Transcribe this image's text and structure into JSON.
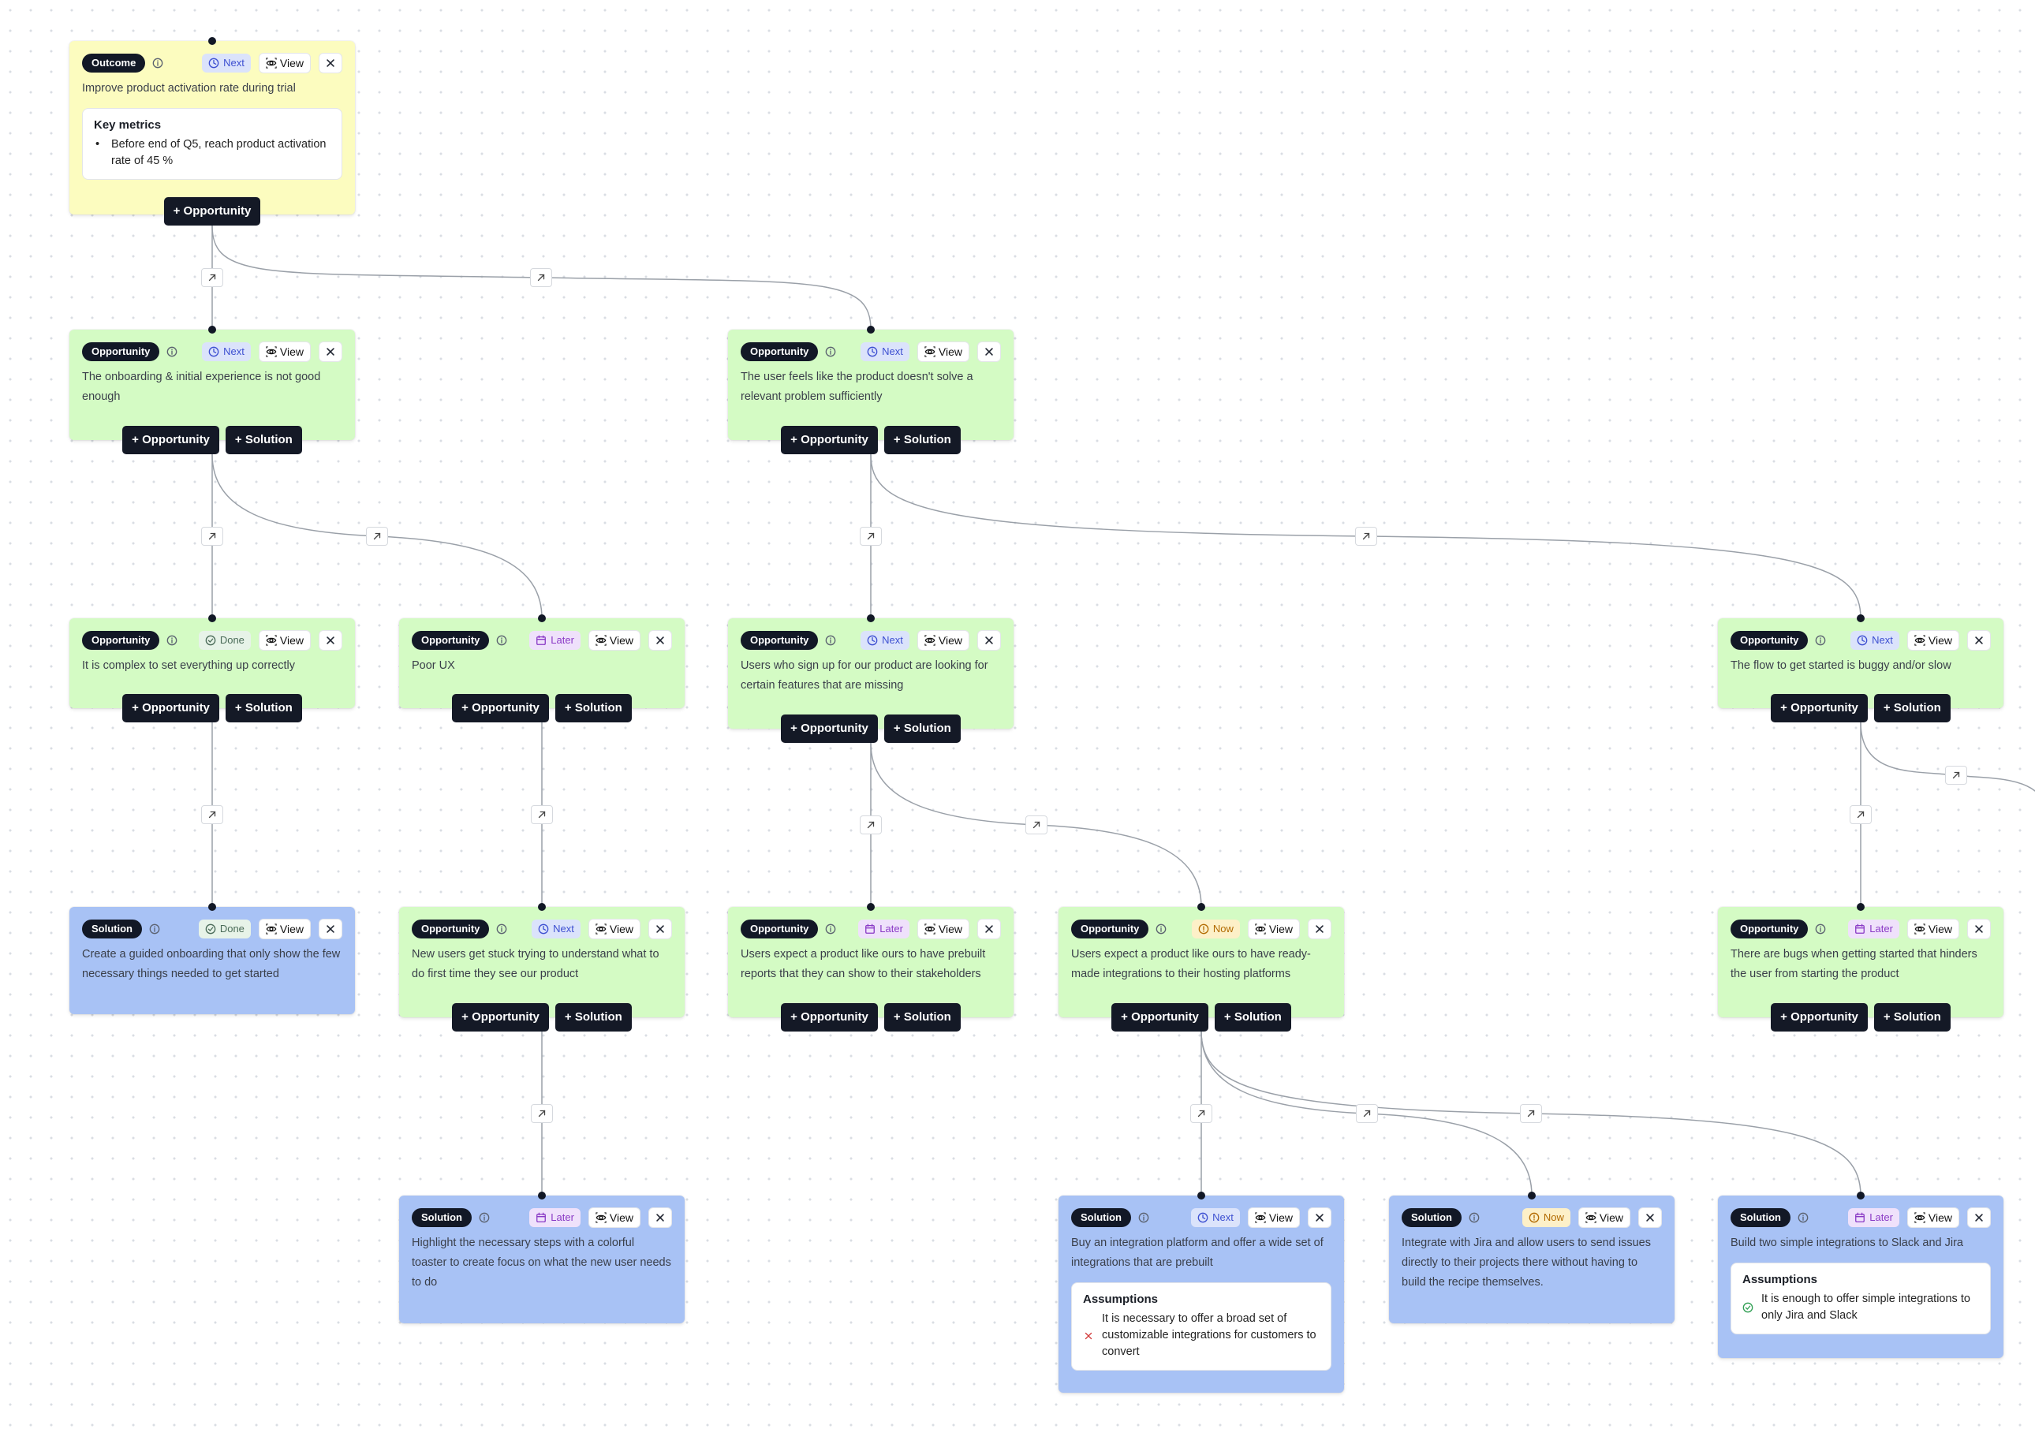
{
  "labels": {
    "view": "View",
    "add_opportunity": "+ Opportunity",
    "add_solution": "+ Solution",
    "key_metrics": "Key metrics",
    "assumptions": "Assumptions"
  },
  "nodes": [
    {
      "id": "n0",
      "type": "Outcome",
      "status": "Next",
      "text": "Improve product activation rate during trial",
      "metrics": [
        "Before end of Q5, reach product activation rate of 45 %"
      ],
      "actions": [
        "opportunity"
      ]
    },
    {
      "id": "n1",
      "type": "Opportunity",
      "status": "Next",
      "text": "The onboarding & initial experience is not good enough",
      "actions": [
        "opportunity",
        "solution"
      ]
    },
    {
      "id": "n2",
      "type": "Opportunity",
      "status": "Next",
      "text": "The user feels like the product doesn't solve a relevant problem sufficiently",
      "actions": [
        "opportunity",
        "solution"
      ]
    },
    {
      "id": "n3",
      "type": "Opportunity",
      "status": "Done",
      "text": "It is complex to set everything up correctly",
      "actions": [
        "opportunity",
        "solution"
      ]
    },
    {
      "id": "n4",
      "type": "Opportunity",
      "status": "Later",
      "text": "Poor UX",
      "actions": [
        "opportunity",
        "solution"
      ]
    },
    {
      "id": "n5",
      "type": "Opportunity",
      "status": "Next",
      "text": "Users who sign up for our product are looking for certain features that are missing",
      "actions": [
        "opportunity",
        "solution"
      ]
    },
    {
      "id": "n6",
      "type": "Opportunity",
      "status": "Next",
      "text": "The flow to get started is buggy and/or slow",
      "actions": [
        "opportunity",
        "solution"
      ]
    },
    {
      "id": "n7",
      "type": "Solution",
      "status": "Done",
      "text": "Create a guided onboarding that only show the few necessary things needed to get started",
      "actions": []
    },
    {
      "id": "n8",
      "type": "Opportunity",
      "status": "Next",
      "text": "New users get stuck trying to understand what to do first time they see our product",
      "actions": [
        "opportunity",
        "solution"
      ]
    },
    {
      "id": "n9",
      "type": "Opportunity",
      "status": "Later",
      "text": "Users expect a product like ours to have prebuilt reports that they can show to their stakeholders",
      "actions": [
        "opportunity",
        "solution"
      ]
    },
    {
      "id": "n10",
      "type": "Opportunity",
      "status": "Now",
      "text": "Users expect a product like ours to have ready-made integrations to their hosting platforms",
      "actions": [
        "opportunity",
        "solution"
      ]
    },
    {
      "id": "n11",
      "type": "Opportunity",
      "status": "Later",
      "text": "There are bugs when getting started that hinders the user from starting the product",
      "actions": [
        "opportunity",
        "solution"
      ]
    },
    {
      "id": "n12",
      "type": "Solution",
      "status": "Later",
      "text": "Highlight the necessary steps with a colorful toaster to create focus on what the new user needs to do",
      "actions": []
    },
    {
      "id": "n13",
      "type": "Solution",
      "status": "Next",
      "text": "Buy an integration platform and offer a wide set of integrations that are prebuilt",
      "assumptions": [
        {
          "text": "It is necessary to offer a broad set of customizable integrations for customers to convert",
          "valid": false
        }
      ],
      "actions": []
    },
    {
      "id": "n14",
      "type": "Solution",
      "status": "Now",
      "text": "Integrate with Jira and allow users to send issues directly to their projects there without having to build the recipe themselves.",
      "actions": []
    },
    {
      "id": "n15",
      "type": "Solution",
      "status": "Later",
      "text": "Build two simple integrations to Slack and Jira",
      "assumptions": [
        {
          "text": "It is enough to offer simple integrations to only Jira and Slack",
          "valid": true
        }
      ],
      "actions": []
    }
  ],
  "edges": [
    [
      "n0",
      "n1"
    ],
    [
      "n0",
      "n2"
    ],
    [
      "n1",
      "n3"
    ],
    [
      "n1",
      "n4"
    ],
    [
      "n2",
      "n5"
    ],
    [
      "n2",
      "n6"
    ],
    [
      "n3",
      "n7"
    ],
    [
      "n4",
      "n8"
    ],
    [
      "n5",
      "n9"
    ],
    [
      "n5",
      "n10"
    ],
    [
      "n6",
      "n11"
    ],
    [
      "n6",
      "offscreen"
    ],
    [
      "n8",
      "n12"
    ],
    [
      "n10",
      "n13"
    ],
    [
      "n10",
      "n14"
    ],
    [
      "n10",
      "n15"
    ]
  ]
}
